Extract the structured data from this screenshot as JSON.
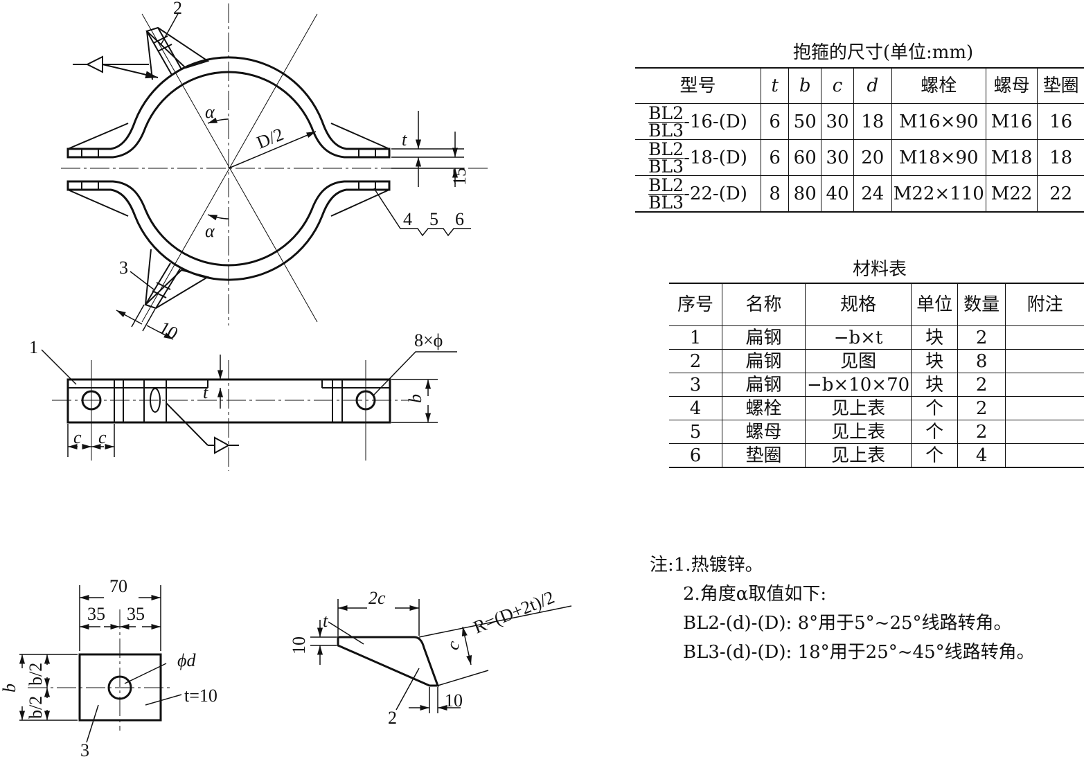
{
  "size_table": {
    "caption": "抱箍的尺寸(单位:mm)",
    "headers": [
      "型号",
      "t",
      "b",
      "c",
      "d",
      "螺栓",
      "螺母",
      "垫圈"
    ],
    "rows": [
      {
        "model_top": "BL2",
        "model_bottom": "BL3",
        "model_suffix": "-16-(D)",
        "t": "6",
        "b": "50",
        "c": "30",
        "d": "18",
        "bolt": "M16×90",
        "nut": "M16",
        "washer": "16"
      },
      {
        "model_top": "BL2",
        "model_bottom": "BL3",
        "model_suffix": "-18-(D)",
        "t": "6",
        "b": "60",
        "c": "30",
        "d": "20",
        "bolt": "M18×90",
        "nut": "M18",
        "washer": "18"
      },
      {
        "model_top": "BL2",
        "model_bottom": "BL3",
        "model_suffix": "-22-(D)",
        "t": "8",
        "b": "80",
        "c": "40",
        "d": "24",
        "bolt": "M22×110",
        "nut": "M22",
        "washer": "22"
      }
    ]
  },
  "material_table": {
    "caption": "材料表",
    "headers": [
      "序号",
      "名称",
      "规格",
      "单位",
      "数量",
      "附注"
    ],
    "rows": [
      {
        "no": "1",
        "name": "扁钢",
        "spec": "−b×t",
        "unit": "块",
        "qty": "2",
        "note": ""
      },
      {
        "no": "2",
        "name": "扁钢",
        "spec": "见图",
        "unit": "块",
        "qty": "8",
        "note": ""
      },
      {
        "no": "3",
        "name": "扁钢",
        "spec": "−b×10×70",
        "unit": "块",
        "qty": "2",
        "note": ""
      },
      {
        "no": "4",
        "name": "螺栓",
        "spec": "见上表",
        "unit": "个",
        "qty": "2",
        "note": ""
      },
      {
        "no": "5",
        "name": "螺母",
        "spec": "见上表",
        "unit": "个",
        "qty": "2",
        "note": ""
      },
      {
        "no": "6",
        "name": "垫圈",
        "spec": "见上表",
        "unit": "个",
        "qty": "4",
        "note": ""
      }
    ]
  },
  "notes": {
    "line1": "注:1.热镀锌。",
    "line2": "2.角度α取值如下:",
    "line3": "BL2-(d)-(D): 8°用于5°~25°线路转角。",
    "line4": "BL3-(d)-(D): 18°用于25°~45°线路转角。"
  },
  "drawing_labels": {
    "part2": "2",
    "part3": "3",
    "part1": "1",
    "alpha": "α",
    "radius": "D/2",
    "dim_t": "t",
    "dim_15": "15",
    "parts_456": [
      "4",
      "5",
      "6"
    ],
    "dim_10": "10",
    "holes": "8×ϕ",
    "dim_c": "c",
    "dim_b": "b",
    "plate_70": "70",
    "plate_35": "35",
    "plate_b2": "b/2",
    "plate_phi_d": "ϕd",
    "plate_t10": "t=10",
    "rib_2c": "2c",
    "rib_R": "R=(D+2t)/2",
    "rib_10": "10"
  }
}
